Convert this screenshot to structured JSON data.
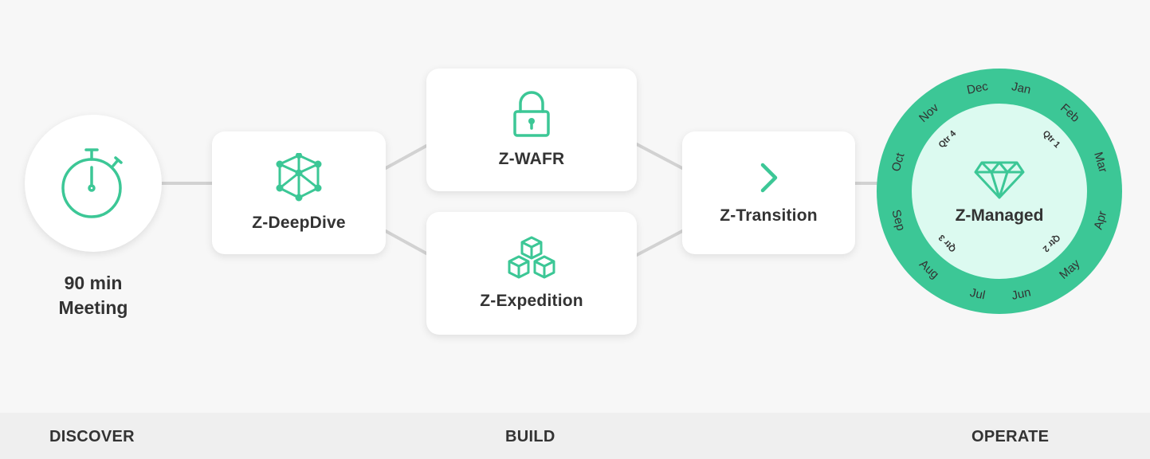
{
  "colors": {
    "accent": "#3cc796",
    "ring_inner": "#dcfaf0",
    "text": "#333333",
    "connector": "#d2d2d2",
    "footer_bg": "#efefef"
  },
  "discover": {
    "meeting_line1": "90 min",
    "meeting_line2": "Meeting",
    "icon": "stopwatch-icon"
  },
  "build": {
    "deepdive": {
      "label": "Z-DeepDive",
      "icon": "network-cube-icon"
    },
    "wafr": {
      "label": "Z-WAFR",
      "icon": "lock-icon"
    },
    "expedition": {
      "label": "Z-Expedition",
      "icon": "stacked-cubes-icon"
    },
    "transition": {
      "label": "Z-Transition",
      "icon": "chevron-right-icon"
    }
  },
  "operate": {
    "label": "Z-Managed",
    "icon": "diamond-icon",
    "months": [
      "Jan",
      "Feb",
      "Mar",
      "Apr",
      "May",
      "Jun",
      "Jul",
      "Aug",
      "Sep",
      "Oct",
      "Nov",
      "Dec"
    ],
    "quarters": [
      "Qtr 1",
      "Qtr 2",
      "Qtr 3",
      "Qtr 4"
    ]
  },
  "footer": {
    "discover": "DISCOVER",
    "build": "BUILD",
    "operate": "OPERATE"
  }
}
